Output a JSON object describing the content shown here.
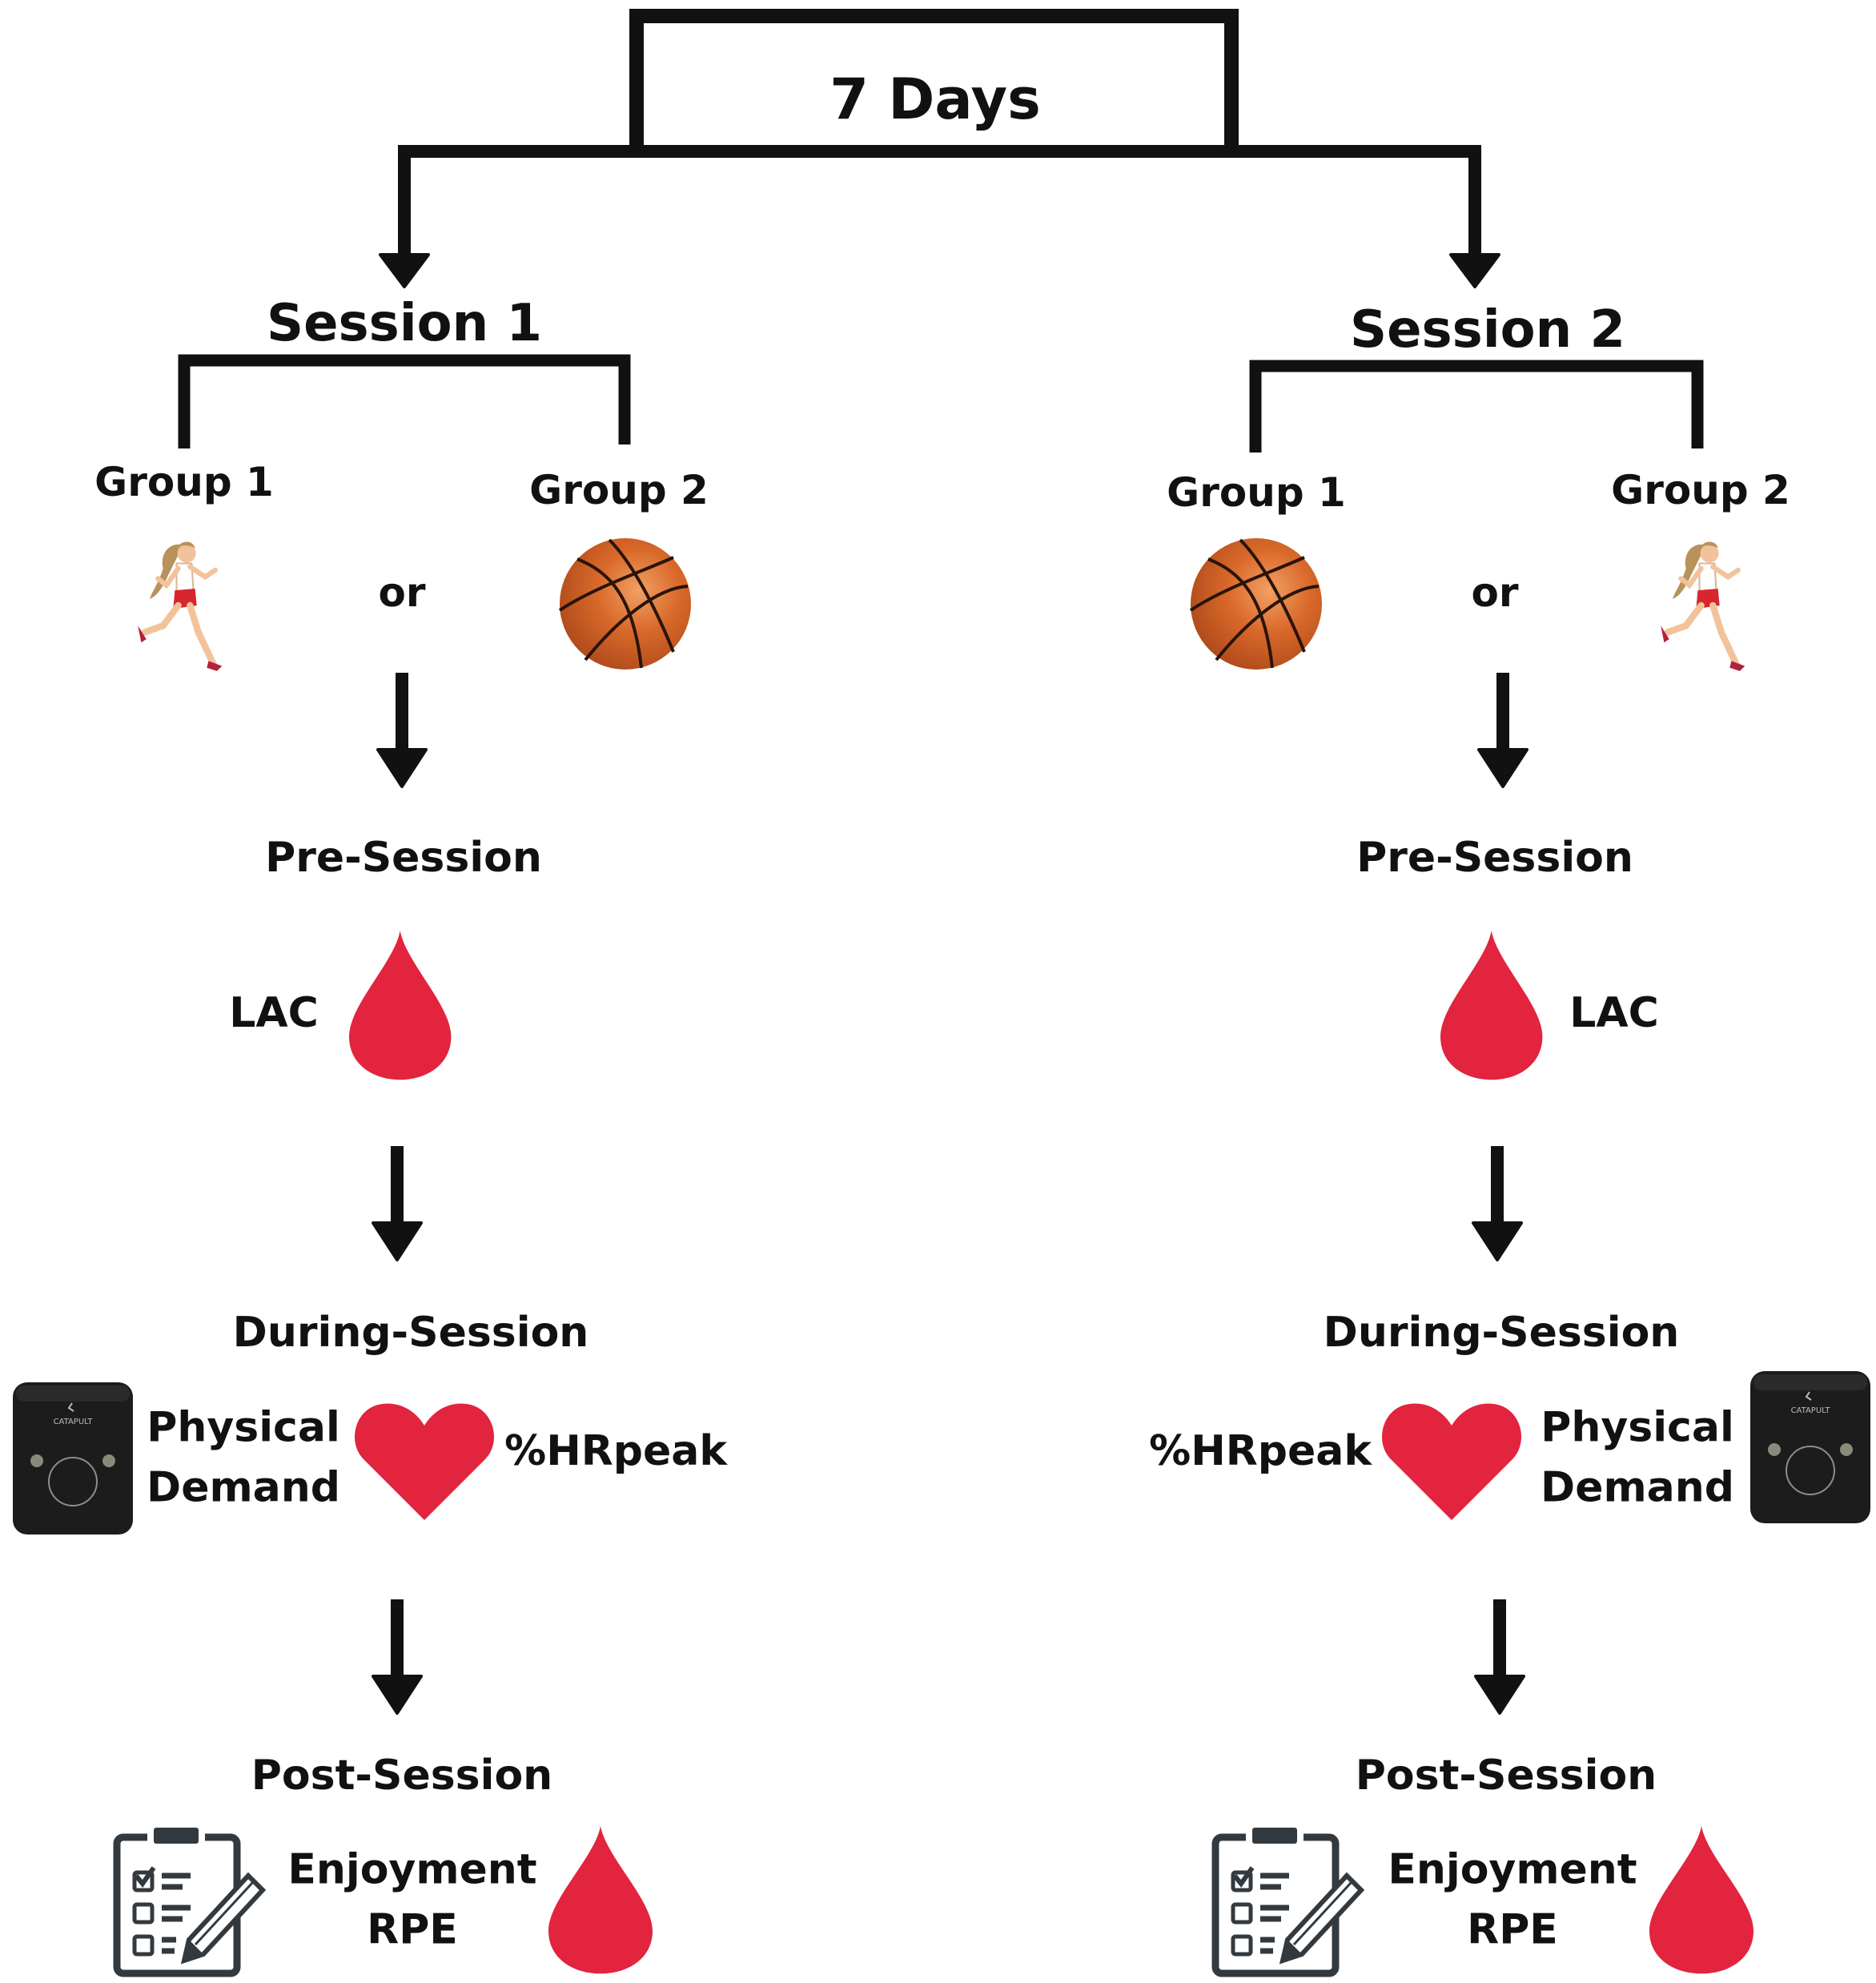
{
  "title": "7 Days",
  "colors": {
    "line": "#111111",
    "blood": "#E2243F",
    "ball": "#D2691E",
    "device": "#1c1c1c"
  },
  "sessions": [
    {
      "label": "Session 1",
      "group1": {
        "label": "Group 1",
        "icon": "runner-icon"
      },
      "group2": {
        "label": "Group 2",
        "icon": "basketball-icon"
      },
      "or": "or",
      "pre": {
        "label": "Pre-Session",
        "measure": "LAC",
        "icon": "blood-drop-icon"
      },
      "during": {
        "label": "During-Session",
        "physical_line1": "Physical",
        "physical_line2": "Demand",
        "hr": "%HRpeak",
        "device_brand": "CATAPULT",
        "icons": [
          "gps-device-icon",
          "heart-icon"
        ]
      },
      "post": {
        "label": "Post-Session",
        "measure_line1": "Enjoyment",
        "measure_line2": "RPE",
        "icons": [
          "clipboard-checklist-icon",
          "blood-drop-icon"
        ]
      }
    },
    {
      "label": "Session 2",
      "group1": {
        "label": "Group 1",
        "icon": "basketball-icon"
      },
      "group2": {
        "label": "Group 2",
        "icon": "runner-icon"
      },
      "or": "or",
      "pre": {
        "label": "Pre-Session",
        "measure": "LAC",
        "icon": "blood-drop-icon"
      },
      "during": {
        "label": "During-Session",
        "physical_line1": "Physical",
        "physical_line2": "Demand",
        "hr": "%HRpeak",
        "device_brand": "CATAPULT",
        "icons": [
          "heart-icon",
          "gps-device-icon"
        ]
      },
      "post": {
        "label": "Post-Session",
        "measure_line1": "Enjoyment",
        "measure_line2": "RPE",
        "icons": [
          "clipboard-checklist-icon",
          "blood-drop-icon"
        ]
      }
    }
  ]
}
